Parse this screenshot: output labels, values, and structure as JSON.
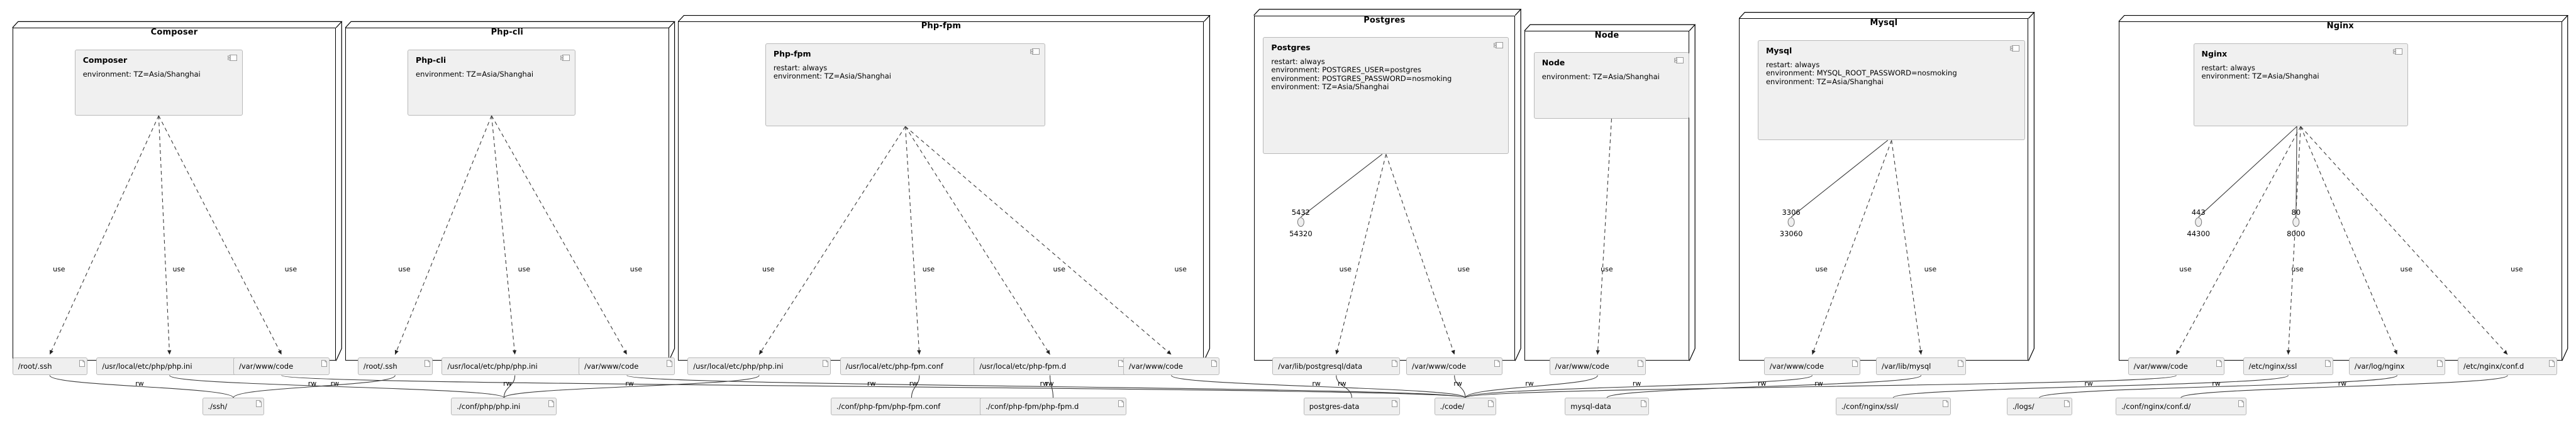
{
  "diagram": {
    "kind": "plantuml-deployment-diagram",
    "edge_labels": {
      "use": "use",
      "rw": "rw"
    }
  },
  "nodes": [
    {
      "id": "composer",
      "title": "Composer",
      "component": {
        "name": "Composer",
        "lines": [
          "environment: TZ=Asia/Shanghai"
        ]
      },
      "ports": [],
      "artifacts": [
        "/root/.ssh",
        "/usr/local/etc/php/php.ini",
        "/var/www/code"
      ]
    },
    {
      "id": "php-cli",
      "title": "Php-cli",
      "component": {
        "name": "Php-cli",
        "lines": [
          "environment: TZ=Asia/Shanghai"
        ]
      },
      "ports": [],
      "artifacts": [
        "/root/.ssh",
        "/usr/local/etc/php/php.ini",
        "/var/www/code"
      ]
    },
    {
      "id": "php-fpm",
      "title": "Php-fpm",
      "component": {
        "name": "Php-fpm",
        "lines": [
          "restart: always",
          "environment: TZ=Asia/Shanghai"
        ]
      },
      "ports": [],
      "artifacts": [
        "/usr/local/etc/php/php.ini",
        "/usr/local/etc/php-fpm.conf",
        "/usr/local/etc/php-fpm.d",
        "/var/www/code"
      ]
    },
    {
      "id": "postgres",
      "title": "Postgres",
      "component": {
        "name": "Postgres",
        "lines": [
          "restart: always",
          "environment: POSTGRES_USER=postgres",
          "environment: POSTGRES_PASSWORD=nosmoking",
          "environment: TZ=Asia/Shanghai"
        ]
      },
      "ports": [
        {
          "inner": "5432",
          "outer": "54320"
        }
      ],
      "artifacts": [
        "/var/lib/postgresql/data",
        "/var/www/code"
      ]
    },
    {
      "id": "node",
      "title": "Node",
      "component": {
        "name": "Node",
        "lines": [
          "environment: TZ=Asia/Shanghai"
        ]
      },
      "ports": [],
      "artifacts": [
        "/var/www/code"
      ]
    },
    {
      "id": "mysql",
      "title": "Mysql",
      "component": {
        "name": "Mysql",
        "lines": [
          "restart: always",
          "environment: MYSQL_ROOT_PASSWORD=nosmoking",
          "environment: TZ=Asia/Shanghai"
        ]
      },
      "ports": [
        {
          "inner": "3306",
          "outer": "33060"
        }
      ],
      "artifacts": [
        "/var/www/code",
        "/var/lib/mysql"
      ]
    },
    {
      "id": "nginx",
      "title": "Nginx",
      "component": {
        "name": "Nginx",
        "lines": [
          "restart: always",
          "environment: TZ=Asia/Shanghai"
        ]
      },
      "ports": [
        {
          "inner": "443",
          "outer": "44300"
        },
        {
          "inner": "80",
          "outer": "8000"
        }
      ],
      "artifacts": [
        "/var/www/code",
        "/etc/nginx/ssl",
        "/var/log/nginx",
        "/etc/nginx/conf.d"
      ]
    }
  ],
  "volumes": [
    "./ssh/",
    "./conf/php/php.ini",
    "./conf/php-fpm/php-fpm.conf",
    "./conf/php-fpm/php-fpm.d",
    "postgres-data",
    "./code/",
    "mysql-data",
    "./conf/nginx/ssl/",
    "./logs/",
    "./conf/nginx/conf.d/"
  ]
}
